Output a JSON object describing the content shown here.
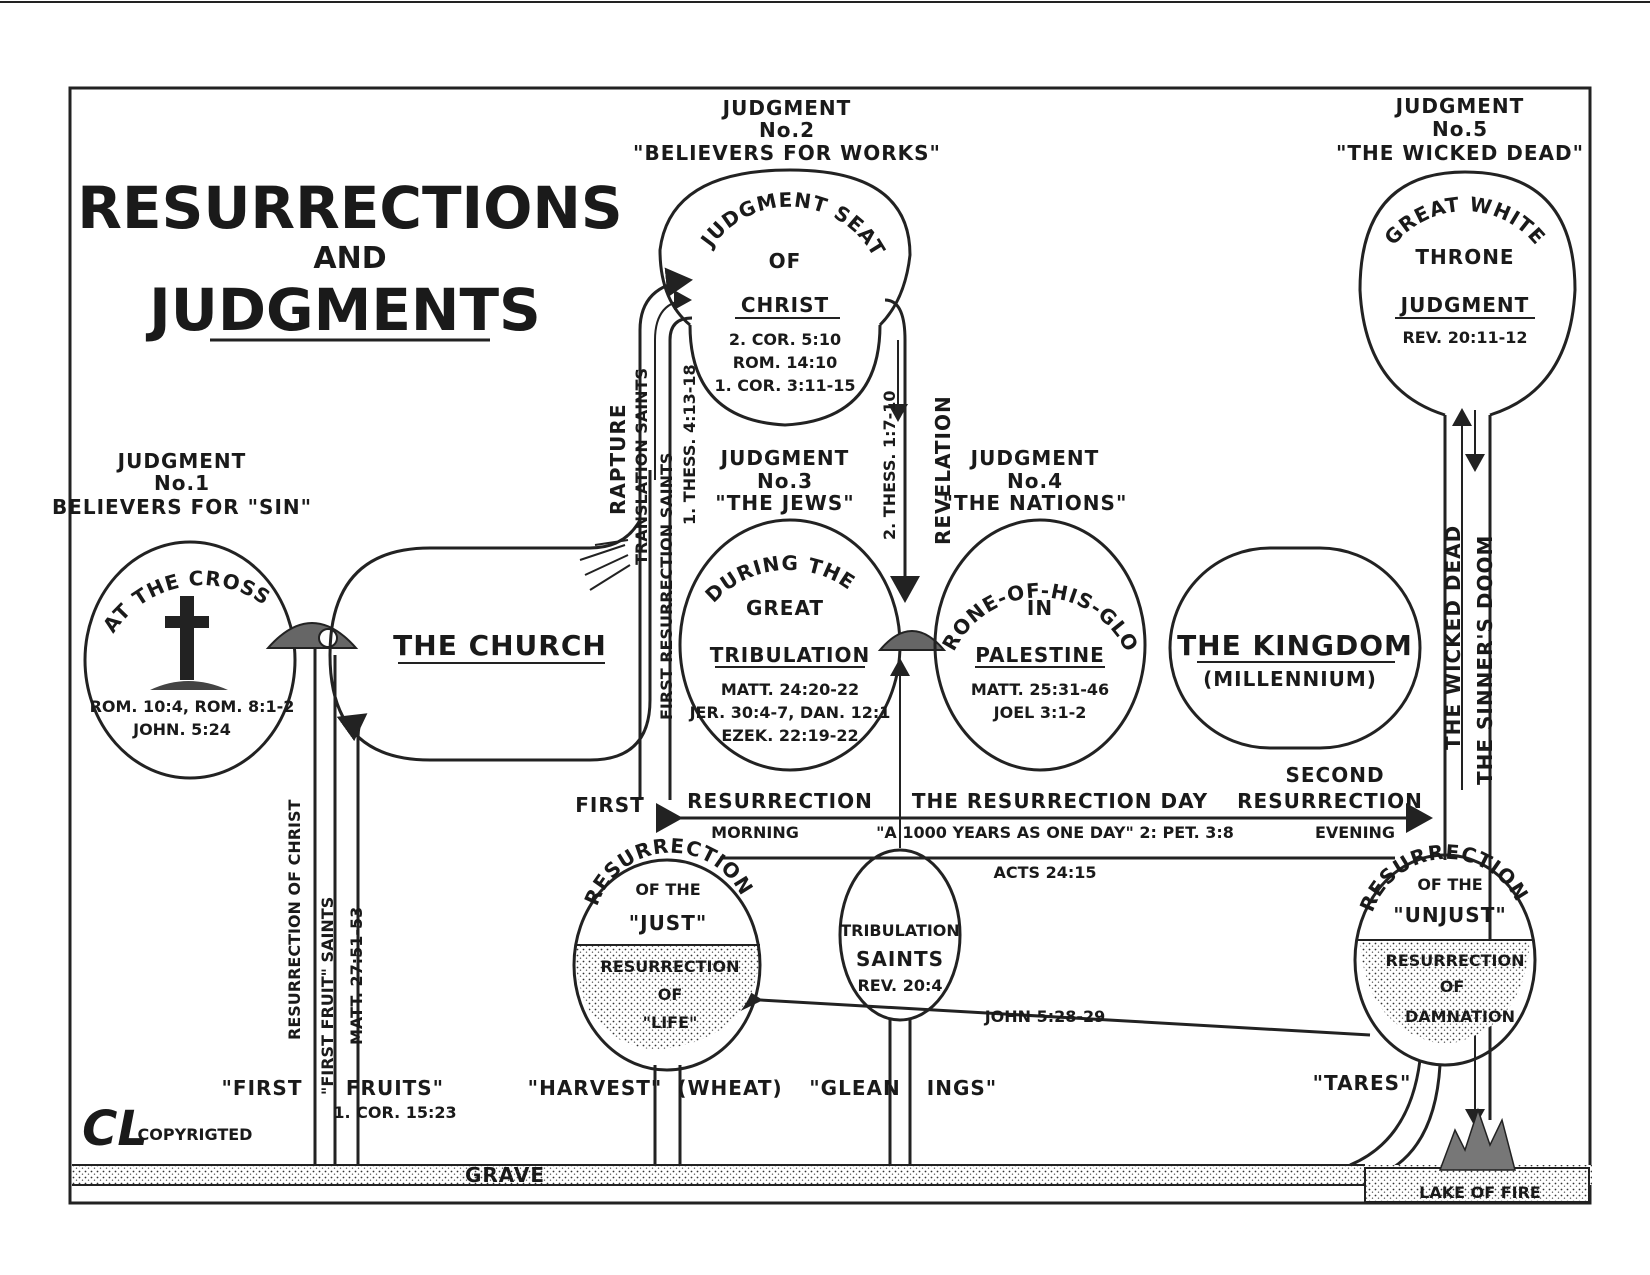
{
  "title": {
    "line1": "RESURRECTIONS",
    "line2": "AND",
    "line3": "JUDGMENTS"
  },
  "judgment1": {
    "heading": "JUDGMENT",
    "number": "No.1",
    "subtitle": "BELIEVERS FOR \"SIN\""
  },
  "judgment2": {
    "heading": "JUDGMENT",
    "number": "No.2",
    "subtitle": "\"BELIEVERS FOR WORKS\""
  },
  "judgment3": {
    "heading": "JUDGMENT",
    "number": "No.3",
    "subtitle": "\"THE JEWS\""
  },
  "judgment4": {
    "heading": "JUDGMENT",
    "number": "No.4",
    "subtitle": "\"THE NATIONS\""
  },
  "judgment5": {
    "heading": "JUDGMENT",
    "number": "No.5",
    "subtitle": "\"THE WICKED DEAD\""
  },
  "cross": {
    "label": "AT THE CROSS",
    "ref1": "ROM. 10:4, ROM. 8:1-2",
    "ref2": "JOHN. 5:24"
  },
  "church": {
    "label": "THE CHURCH"
  },
  "seat": {
    "arc": "JUDGMENT SEAT",
    "of": "OF",
    "name": "CHRIST",
    "ref1": "2. COR. 5:10",
    "ref2": "ROM. 14:10",
    "ref3": "1. COR. 3:11-15"
  },
  "tribulation": {
    "arc": "DURING THE",
    "great": "GREAT",
    "name": "TRIBULATION",
    "ref1": "MATT. 24:20-22",
    "ref2": "JER. 30:4-7, DAN. 12:1",
    "ref3": "EZEK. 22:19-22"
  },
  "glory": {
    "arc": "\"THRONE-OF-HIS-GLORY\"",
    "in": "IN",
    "place": "PALESTINE",
    "ref1": "MATT. 25:31-46",
    "ref2": "JOEL 3:1-2"
  },
  "kingdom": {
    "label": "THE KINGDOM",
    "sub": "(MILLENNIUM)"
  },
  "whitethrone": {
    "arc": "GREAT WHITE",
    "throne": "THRONE",
    "name": "JUDGMENT",
    "ref": "REV. 20:11-12"
  },
  "vertical": {
    "rapture": "RAPTURE",
    "translation": "TRANSLATION SAINTS",
    "first_res_saints": "FIRST RESURRECTION SAINTS",
    "thess1": "1. THESS. 4:13-18",
    "thess2": "2. THESS. 1:7-10",
    "revelation": "REVELATION",
    "res_christ": "RESURRECTION OF CHRIST",
    "first_fruit_saints": "\"FIRST FRUIT\" SAINTS",
    "matt27": "MATT. 27:51-53",
    "wicked_dead": "THE WICKED DEAD",
    "sinners_doom": "THE SINNER'S DOOM"
  },
  "day": {
    "first": "FIRST",
    "resurrection": "RESURRECTION",
    "res_day": "THE RESURRECTION DAY",
    "second": "SECOND",
    "second_res": "RESURRECTION",
    "morning": "MORNING",
    "thousand": "\"A 1000 YEARS AS ONE DAY\" 2: PET. 3:8",
    "evening": "EVENING",
    "acts": "ACTS 24:15",
    "john": "JOHN 5:28-29"
  },
  "just": {
    "arc": "RESURRECTION",
    "ofthe": "OF THE",
    "name": "\"JUST\"",
    "life1": "RESURRECTION",
    "life2": "OF",
    "life3": "\"LIFE\""
  },
  "tribsaints": {
    "l1": "TRIBULATION",
    "l2": "SAINTS",
    "ref": "REV. 20:4"
  },
  "unjust": {
    "arc": "RESURRECTION",
    "ofthe": "OF THE",
    "name": "\"UNJUST\"",
    "dam1": "RESURRECTION",
    "dam2": "OF",
    "dam3": "DAMNATION"
  },
  "bottom": {
    "first": "\"FIRST",
    "fruits": "FRUITS\"",
    "cor": "1. COR. 15:23",
    "harvest": "\"HARVEST\"",
    "wheat": "(WHEAT)",
    "glean": "\"GLEAN",
    "ings": "INGS\"",
    "tares": "\"TARES\"",
    "grave": "GRAVE",
    "lake": "LAKE OF FIRE",
    "copyright": "COPYRIGTED",
    "monogram": "CL"
  },
  "colors": {
    "ink": "#1a1a1a",
    "paper": "#ffffff"
  }
}
